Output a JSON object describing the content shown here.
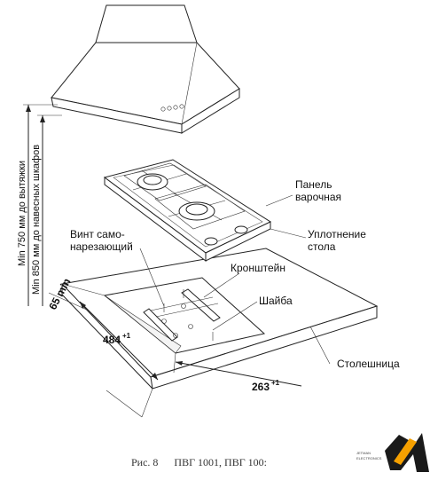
{
  "labels": {
    "panel": "Панель",
    "panel2": "варочная",
    "seal": "Уплотнение",
    "seal2": "стола",
    "screw": "Винт само-",
    "screw2": "нарезающий",
    "bracket": "Кронштейн",
    "washer": "Шайба",
    "worktop": "Столешница"
  },
  "dimensions": {
    "d484": "484",
    "d484_tol": "+1",
    "d263": "263",
    "d263_tol": "+1",
    "d65": "65 min",
    "v750": "Min 750 мм до вытяжки",
    "v850": "Min 850 мм до навесных шкафов"
  },
  "caption": "Рис. 8      ПВГ 1001, ПВГ 100:",
  "logo": {
    "brand": "JETMAN",
    "sub": "ELECTRONICS",
    "colors": {
      "accent": "#f5a000",
      "dark": "#1a1a1a"
    }
  }
}
